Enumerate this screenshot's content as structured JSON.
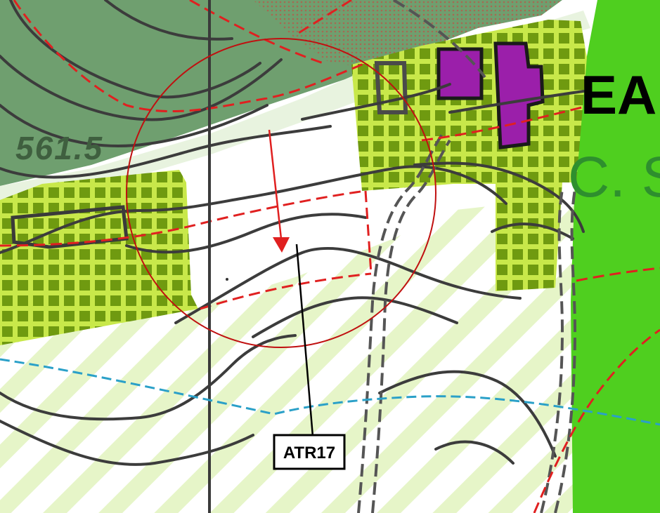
{
  "map": {
    "labels": {
      "elevation": "561.5",
      "place_code": "EA",
      "place_letters": "C. S",
      "site_code": "ATR17"
    },
    "colors": {
      "background": "#ffffff",
      "dark_forest": "#6f9f6f",
      "bright_green": "#4fcf1f",
      "grid_fill": "#c8e84a",
      "grid_square": "#6f9a10",
      "hatch_light": "#e6f5c8",
      "building": "#9b1faa",
      "contour": "#3c3c3c",
      "boundary_red": "#e02020",
      "waterway": "#2aa0c8",
      "marker_circle": "#c01010"
    },
    "legend_items": []
  }
}
